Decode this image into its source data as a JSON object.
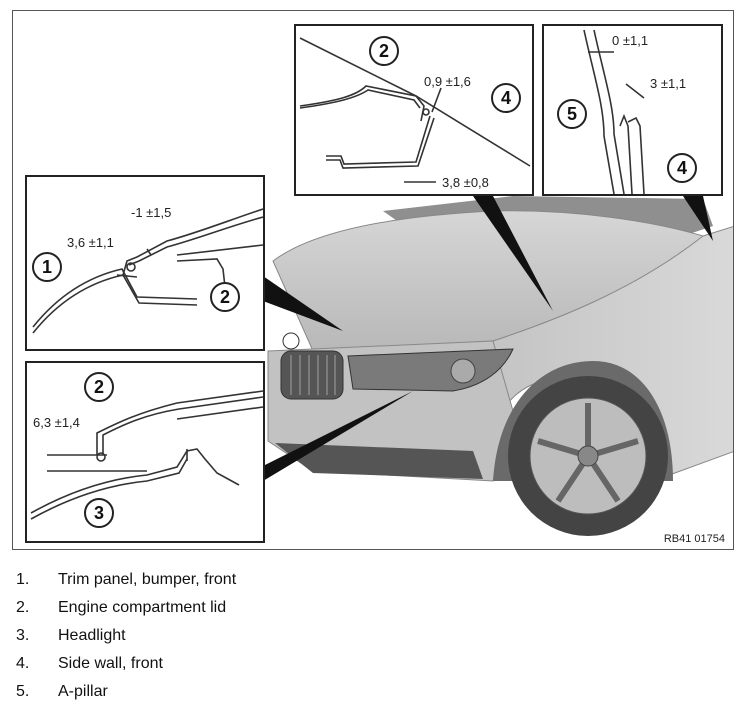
{
  "figure": {
    "reference_code": "RB41 01754",
    "insets": [
      {
        "callouts": [
          "2",
          "4"
        ],
        "dimensions": [
          "0,9 ±1,6",
          "3,8 ±0,8"
        ]
      },
      {
        "callouts": [
          "5",
          "4"
        ],
        "dimensions": [
          "0 ±1,1",
          "3 ±1,1"
        ]
      },
      {
        "callouts": [
          "1",
          "2"
        ],
        "dimensions": [
          "-1 ±1,5",
          "3,6 ±1,1"
        ]
      },
      {
        "callouts": [
          "2",
          "3"
        ],
        "dimensions": [
          "6,3 ±1,4"
        ]
      }
    ]
  },
  "legend": [
    {
      "num": "1.",
      "text": "Trim panel, bumper, front"
    },
    {
      "num": "2.",
      "text": "Engine compartment lid"
    },
    {
      "num": "3.",
      "text": "Headlight"
    },
    {
      "num": "4.",
      "text": "Side wall, front"
    },
    {
      "num": "5.",
      "text": "A-pillar"
    }
  ],
  "colors": {
    "car_body": "#c9c9c9",
    "car_shadow": "#9a9a9a",
    "line": "#333333"
  }
}
